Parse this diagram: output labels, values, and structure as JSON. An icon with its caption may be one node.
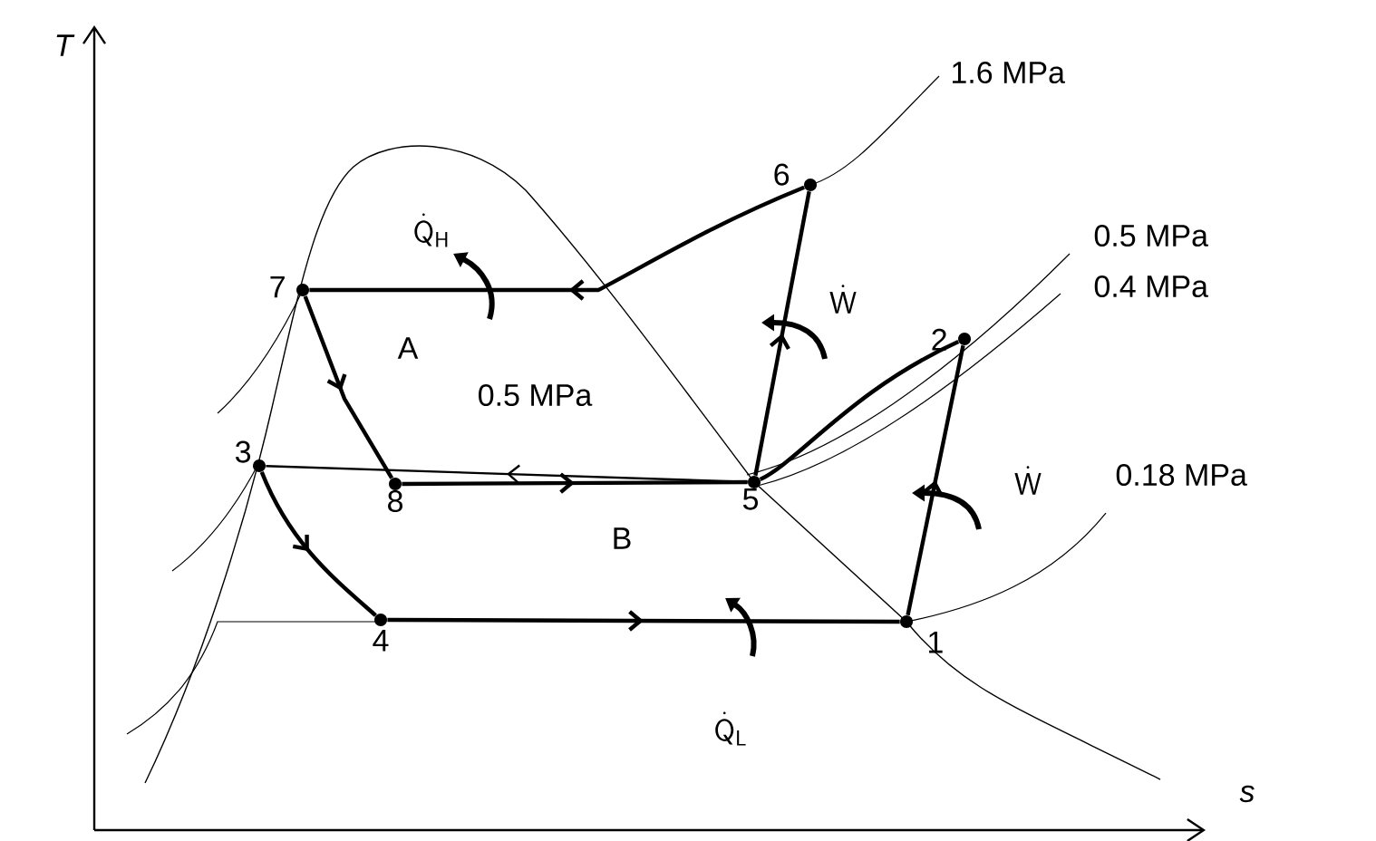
{
  "diagram": {
    "nodes": [
      {
        "text": [
          "1"
        ]
      },
      {
        "text": [
          "2"
        ]
      },
      {
        "text": [
          "3"
        ]
      },
      {
        "text": [
          "4"
        ]
      },
      {
        "text": [
          "5"
        ]
      },
      {
        "text": [
          "6"
        ]
      },
      {
        "text": [
          "7"
        ]
      },
      {
        "text": [
          "8"
        ]
      }
    ],
    "edges": [
      {
        "from": 0,
        "to": 1,
        "arrow": "to"
      },
      {
        "from": 1,
        "to": 4,
        "arrow": "none"
      },
      {
        "from": 4,
        "to": 5,
        "arrow": "to"
      },
      {
        "from": 5,
        "to": 6,
        "arrow": "to"
      },
      {
        "from": 6,
        "to": 7,
        "arrow": "to"
      },
      {
        "from": 7,
        "to": 4,
        "arrow": "to"
      },
      {
        "from": 4,
        "to": 2,
        "arrow": "to"
      },
      {
        "from": 2,
        "to": 3,
        "arrow": "to"
      },
      {
        "from": 3,
        "to": 0,
        "arrow": "to"
      }
    ],
    "labels": [
      "T",
      "s",
      "\\dot{\\mathsf{Q}}_{\\mathsf{H}}",
      "\\dot{\\mathsf{W}}",
      "\\dot{\\mathsf{W}}",
      "\\dot{\\mathsf{Q}}_{\\mathsf{L}}",
      "A",
      "0.5 MPa",
      "B",
      "1.6 MPa",
      "0.5 MPa",
      "0.4 MPa",
      "0.18 MPa"
    ]
  }
}
